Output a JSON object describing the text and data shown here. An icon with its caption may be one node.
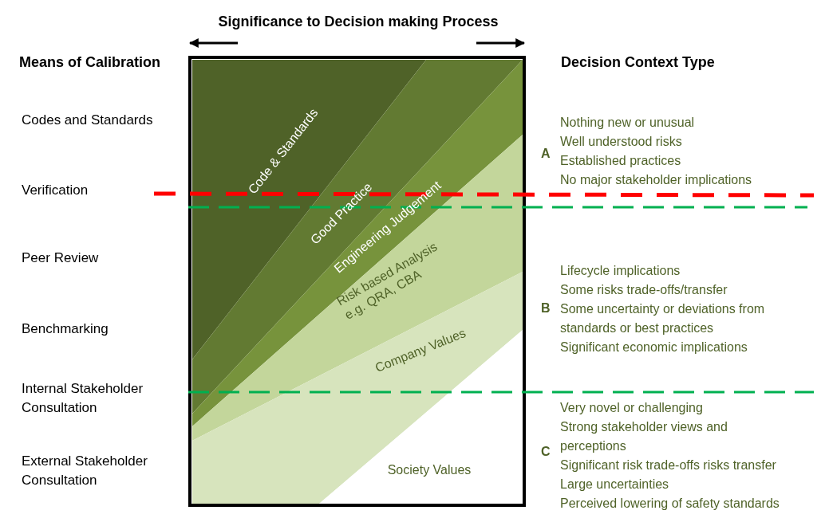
{
  "diagram": {
    "title": "Significance to Decision making Process",
    "nodes": [
      {
        "text": [
          "Code & Standards"
        ]
      },
      {
        "text": [
          "Good Practice"
        ]
      },
      {
        "text": [
          "Engineering Judgement"
        ]
      },
      {
        "text": [
          "Risk based Analysis e.g. QRA, CBA"
        ]
      },
      {
        "text": [
          "Company Values"
        ]
      },
      {
        "text": [
          "Society Values"
        ]
      }
    ],
    "labels": [
      "Means of Calibration",
      "Codes and Standards",
      "Verification",
      "Peer Review",
      "Benchmarking",
      "Internal Stakeholder Consultation",
      "External Stakeholder Consultation",
      "Decision Context Type",
      "A",
      "Nothing new or unusual",
      "Well understood risks",
      "Established practices",
      "No major stakeholder implications",
      "B",
      "Lifecycle implications",
      "Some risks trade-offs/transfer",
      "Some uncertainty or deviations from standards or best practices",
      "Significant economic implications",
      "C",
      "Very novel or challenging",
      "Strong stakeholder views and perceptions",
      "Significant risk trade-offs risks transfer",
      "Large uncertainties",
      "Perceived lowering of safety standards"
    ]
  }
}
